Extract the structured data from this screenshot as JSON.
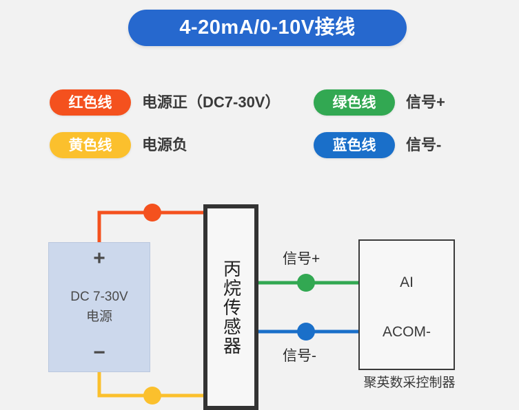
{
  "header": {
    "title": "4-20mA/0-10V接线",
    "pill_color": "#2668ce",
    "text_color": "#ffffff"
  },
  "background_color": "#f2f2f2",
  "legend": {
    "items": [
      {
        "pill_label": "红色线",
        "description": "电源正（DC7-30V）",
        "color": "#f4511e",
        "column": "left",
        "row": 1
      },
      {
        "pill_label": "黄色线",
        "description": "电源负",
        "color": "#fbc02d",
        "column": "left",
        "row": 2
      },
      {
        "pill_label": "绿色线",
        "description": "信号+",
        "color": "#32a852",
        "column": "right",
        "row": 1
      },
      {
        "pill_label": "蓝色线",
        "description": "信号-",
        "color": "#1a6fc9",
        "column": "right",
        "row": 2
      }
    ]
  },
  "diagram": {
    "power_supply": {
      "plus": "+",
      "minus": "−",
      "line1": "DC 7-30V",
      "line2": "电源",
      "fill_color": "#ccd8ec"
    },
    "sensor": {
      "label": "丙烷传感器",
      "border_color": "#333333"
    },
    "controller": {
      "terminal_top": "AI",
      "terminal_bottom": "ACOM-",
      "caption": "聚英数采控制器",
      "border_color": "#3a3a3a"
    },
    "wires": [
      {
        "name": "power-positive",
        "label": "",
        "color": "#f4511e"
      },
      {
        "name": "power-negative",
        "label": "",
        "color": "#fbc02d"
      },
      {
        "name": "signal-positive",
        "label": "信号+",
        "color": "#32a852"
      },
      {
        "name": "signal-negative",
        "label": "信号-",
        "color": "#1a6fc9"
      }
    ]
  }
}
